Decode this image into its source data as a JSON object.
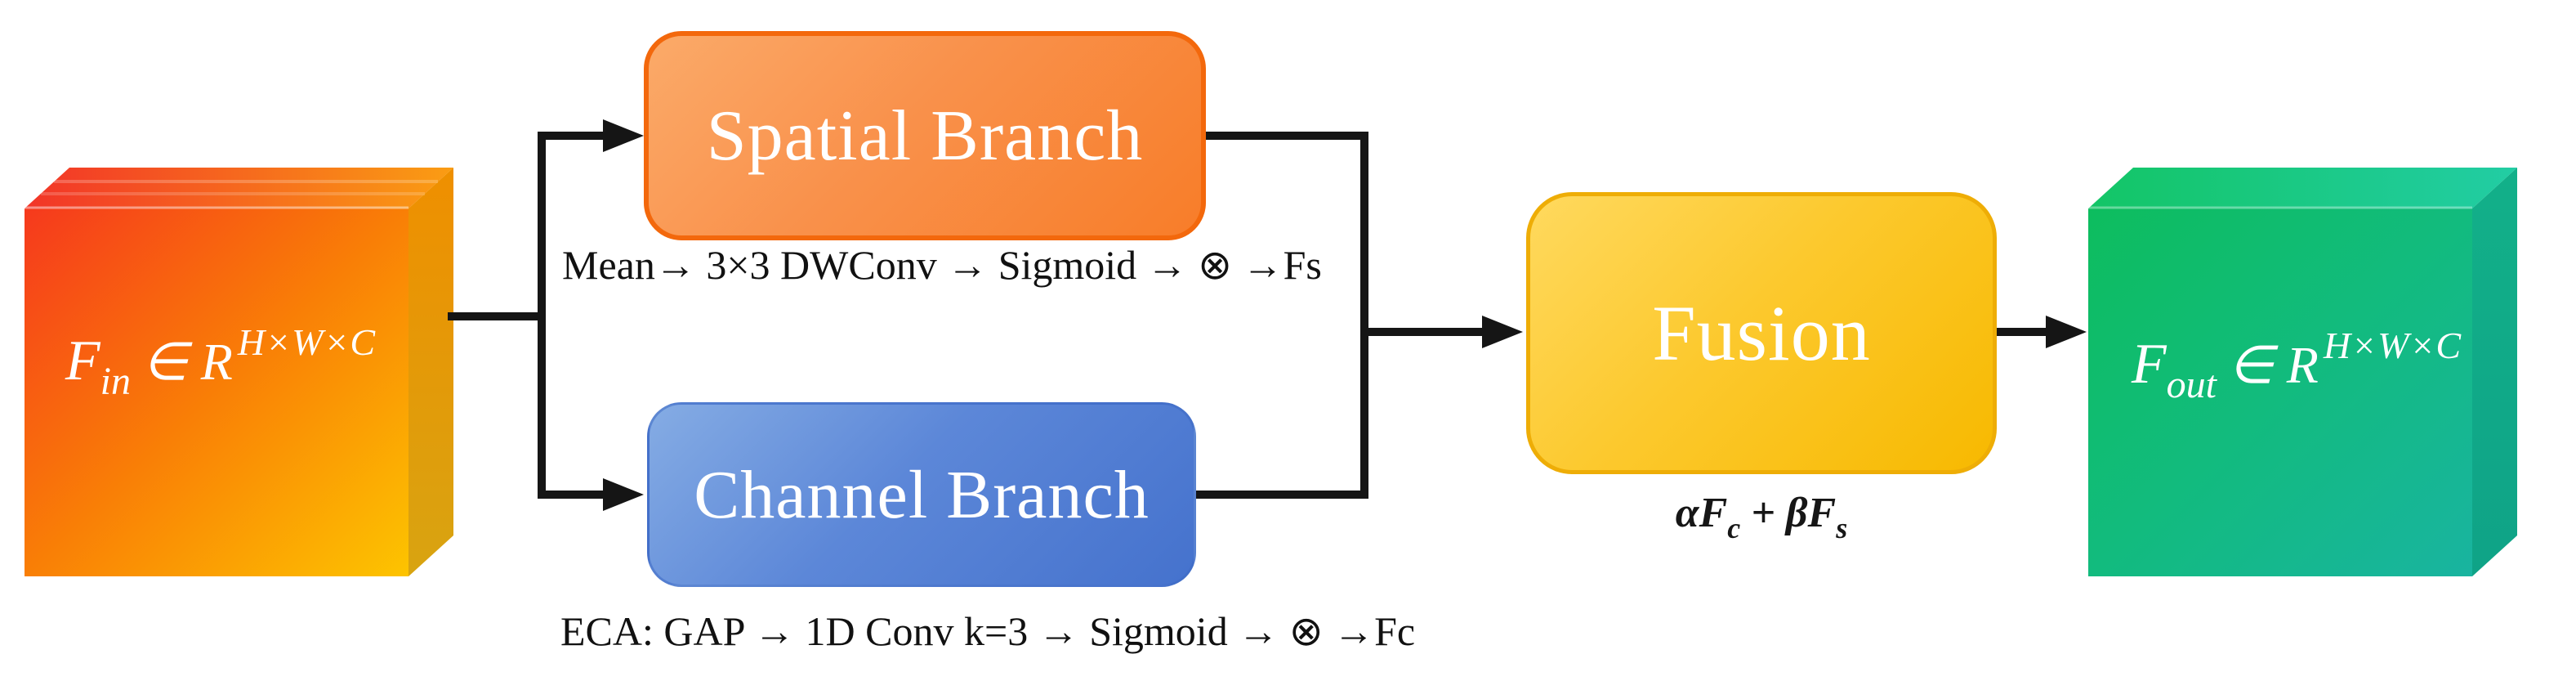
{
  "figure": {
    "input_tensor": {
      "name": "F",
      "subscript": "in",
      "relation": "∈ R",
      "superscript": "H×W×C"
    },
    "output_tensor": {
      "name": "F",
      "subscript": "out",
      "relation": "∈ R",
      "superscript": "H×W×C"
    },
    "spatial_branch": {
      "title": "Spatial Branch",
      "pipeline": "Mean→ 3×3 DWConv → Sigmoid → ⊗ →Fs"
    },
    "channel_branch": {
      "title": "Channel Branch",
      "pipeline": "ECA: GAP → 1D Conv k=3 → Sigmoid → ⊗ →Fc"
    },
    "fusion": {
      "title": "Fusion",
      "formula": {
        "term1": "αF",
        "term1_sub": "c",
        "term2": " + βF",
        "term2_sub": "s"
      }
    },
    "palette": {
      "arrow": "#151515",
      "input_cube_front": [
        "#f6391d",
        "#f97f06",
        "#fdc400"
      ],
      "input_cube_top": [
        "#f23428",
        "#fa9d13"
      ],
      "input_cube_side": [
        "#ef8f00",
        "#d8a411"
      ],
      "output_cube_front": [
        "#0dbd5e",
        "#12bb7e",
        "#19b4a0"
      ],
      "output_cube_top": [
        "#13c566",
        "#22cda4"
      ],
      "output_cube_side": [
        "#12b089",
        "#0fa387"
      ],
      "spatial_fill": [
        "#fbaa69",
        "#f87d29"
      ],
      "spatial_border": "#f3680c",
      "channel_fill": [
        "#85ace4",
        "#4572cd"
      ],
      "fusion_fill": [
        "#ffd95e",
        "#f7b900"
      ],
      "fusion_border": "#eead06"
    }
  }
}
